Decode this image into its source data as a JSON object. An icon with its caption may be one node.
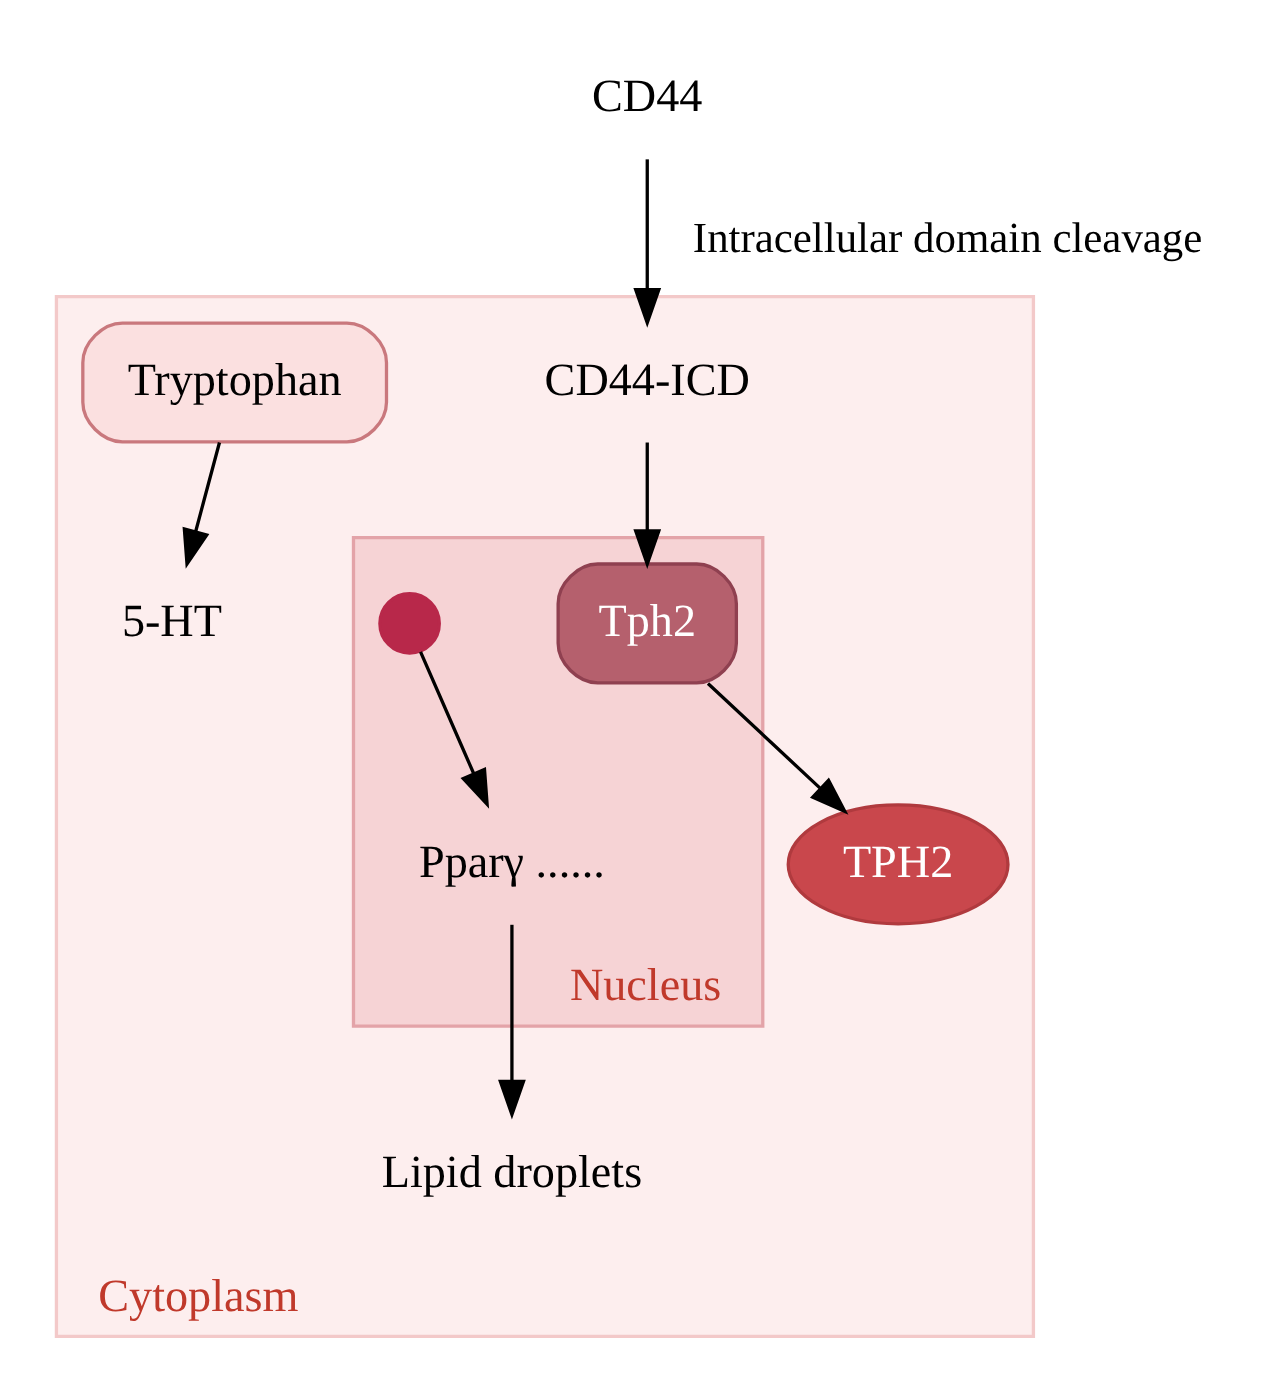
{
  "diagram": {
    "nodes": [
      {
        "text": [
          "Cytoplasm"
        ]
      },
      {
        "text": [
          "CD44"
        ]
      },
      {
        "text": [
          "CD44-ICD"
        ],
        "in": 0
      },
      {
        "text": [
          "Tryptophan"
        ],
        "in": 0
      },
      {
        "text": [
          "TPH2"
        ],
        "in": 0
      },
      {
        "text": [
          "5-HT"
        ],
        "in": 0
      },
      {
        "text": [
          "Nucleus"
        ],
        "in": 0
      },
      {
        "text": [
          "Tph2"
        ],
        "in": 6
      },
      {
        "text": [],
        "shape": "circle",
        "in": 6
      },
      {
        "text": [
          "Pparγ ......"
        ],
        "in": 6
      },
      {
        "text": [
          "Lipid droplets"
        ],
        "in": 0
      }
    ],
    "edges": [
      {
        "from": 1,
        "to": 2,
        "arrow": "to",
        "label": "Intracellular domain cleavage"
      },
      {
        "from": 2,
        "to": 7,
        "arrow": "to"
      },
      {
        "from": 7,
        "to": 4,
        "arrow": "to"
      },
      {
        "from": 3,
        "to": 5,
        "arrow": "to"
      },
      {
        "from": 8,
        "to": 9,
        "arrow": "to"
      },
      {
        "from": 9,
        "to": 10,
        "arrow": "to"
      }
    ]
  }
}
